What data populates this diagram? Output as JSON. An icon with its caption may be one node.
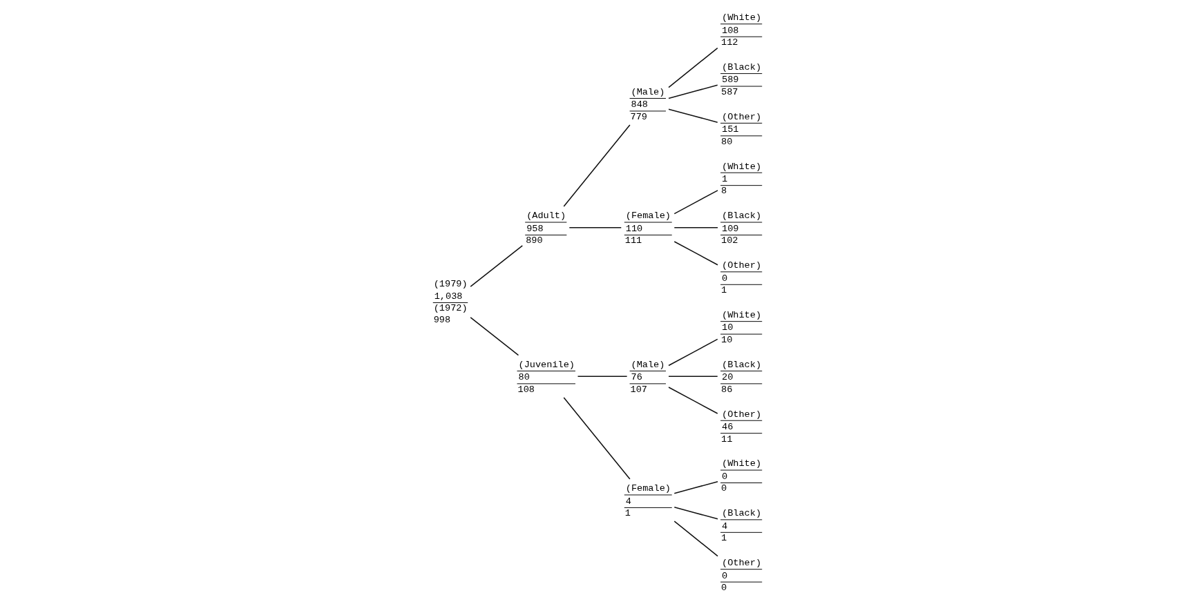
{
  "diagram": {
    "nodes": [
      {
        "text": [
          "(1979)",
          "1,038",
          "(1972)",
          "998"
        ]
      },
      {
        "text": [
          "(Adult)",
          "958",
          "890"
        ]
      },
      {
        "text": [
          "(Male)",
          "848",
          "779"
        ]
      },
      {
        "text": [
          "(White)",
          "108",
          "112"
        ]
      },
      {
        "text": [
          "(Black)",
          "589",
          "587"
        ]
      },
      {
        "text": [
          "(Other)",
          "151",
          "80"
        ]
      },
      {
        "text": [
          "(Female)",
          "110",
          "111"
        ]
      },
      {
        "text": [
          "(White)",
          "1",
          "8"
        ]
      },
      {
        "text": [
          "(Black)",
          "109",
          "102"
        ]
      },
      {
        "text": [
          "(Other)",
          "0",
          "1"
        ]
      },
      {
        "text": [
          "(Juvenile)",
          "80",
          "108"
        ]
      },
      {
        "text": [
          "(Male)",
          "76",
          "107"
        ]
      },
      {
        "text": [
          "(White)",
          "10",
          "10"
        ]
      },
      {
        "text": [
          "(Black)",
          "20",
          "86"
        ]
      },
      {
        "text": [
          "(Other)",
          "46",
          "11"
        ]
      },
      {
        "text": [
          "(Female)",
          "4",
          "1"
        ]
      },
      {
        "text": [
          "(White)",
          "0",
          "0"
        ]
      },
      {
        "text": [
          "(Black)",
          "4",
          "1"
        ]
      },
      {
        "text": [
          "(Other)",
          "0",
          "0"
        ]
      }
    ],
    "edges": [
      {
        "from": 0,
        "to": 1,
        "arrow": "none"
      },
      {
        "from": 0,
        "to": 10,
        "arrow": "none"
      },
      {
        "from": 1,
        "to": 2,
        "arrow": "none"
      },
      {
        "from": 1,
        "to": 6,
        "arrow": "none"
      },
      {
        "from": 2,
        "to": 3,
        "arrow": "none"
      },
      {
        "from": 2,
        "to": 4,
        "arrow": "none"
      },
      {
        "from": 2,
        "to": 5,
        "arrow": "none"
      },
      {
        "from": 6,
        "to": 7,
        "arrow": "none"
      },
      {
        "from": 6,
        "to": 8,
        "arrow": "none"
      },
      {
        "from": 6,
        "to": 9,
        "arrow": "none"
      },
      {
        "from": 10,
        "to": 11,
        "arrow": "none"
      },
      {
        "from": 10,
        "to": 15,
        "arrow": "none"
      },
      {
        "from": 11,
        "to": 12,
        "arrow": "none"
      },
      {
        "from": 11,
        "to": 13,
        "arrow": "none"
      },
      {
        "from": 11,
        "to": 14,
        "arrow": "none"
      },
      {
        "from": 15,
        "to": 16,
        "arrow": "none"
      },
      {
        "from": 15,
        "to": 17,
        "arrow": "none"
      },
      {
        "from": 15,
        "to": 18,
        "arrow": "none"
      }
    ]
  }
}
